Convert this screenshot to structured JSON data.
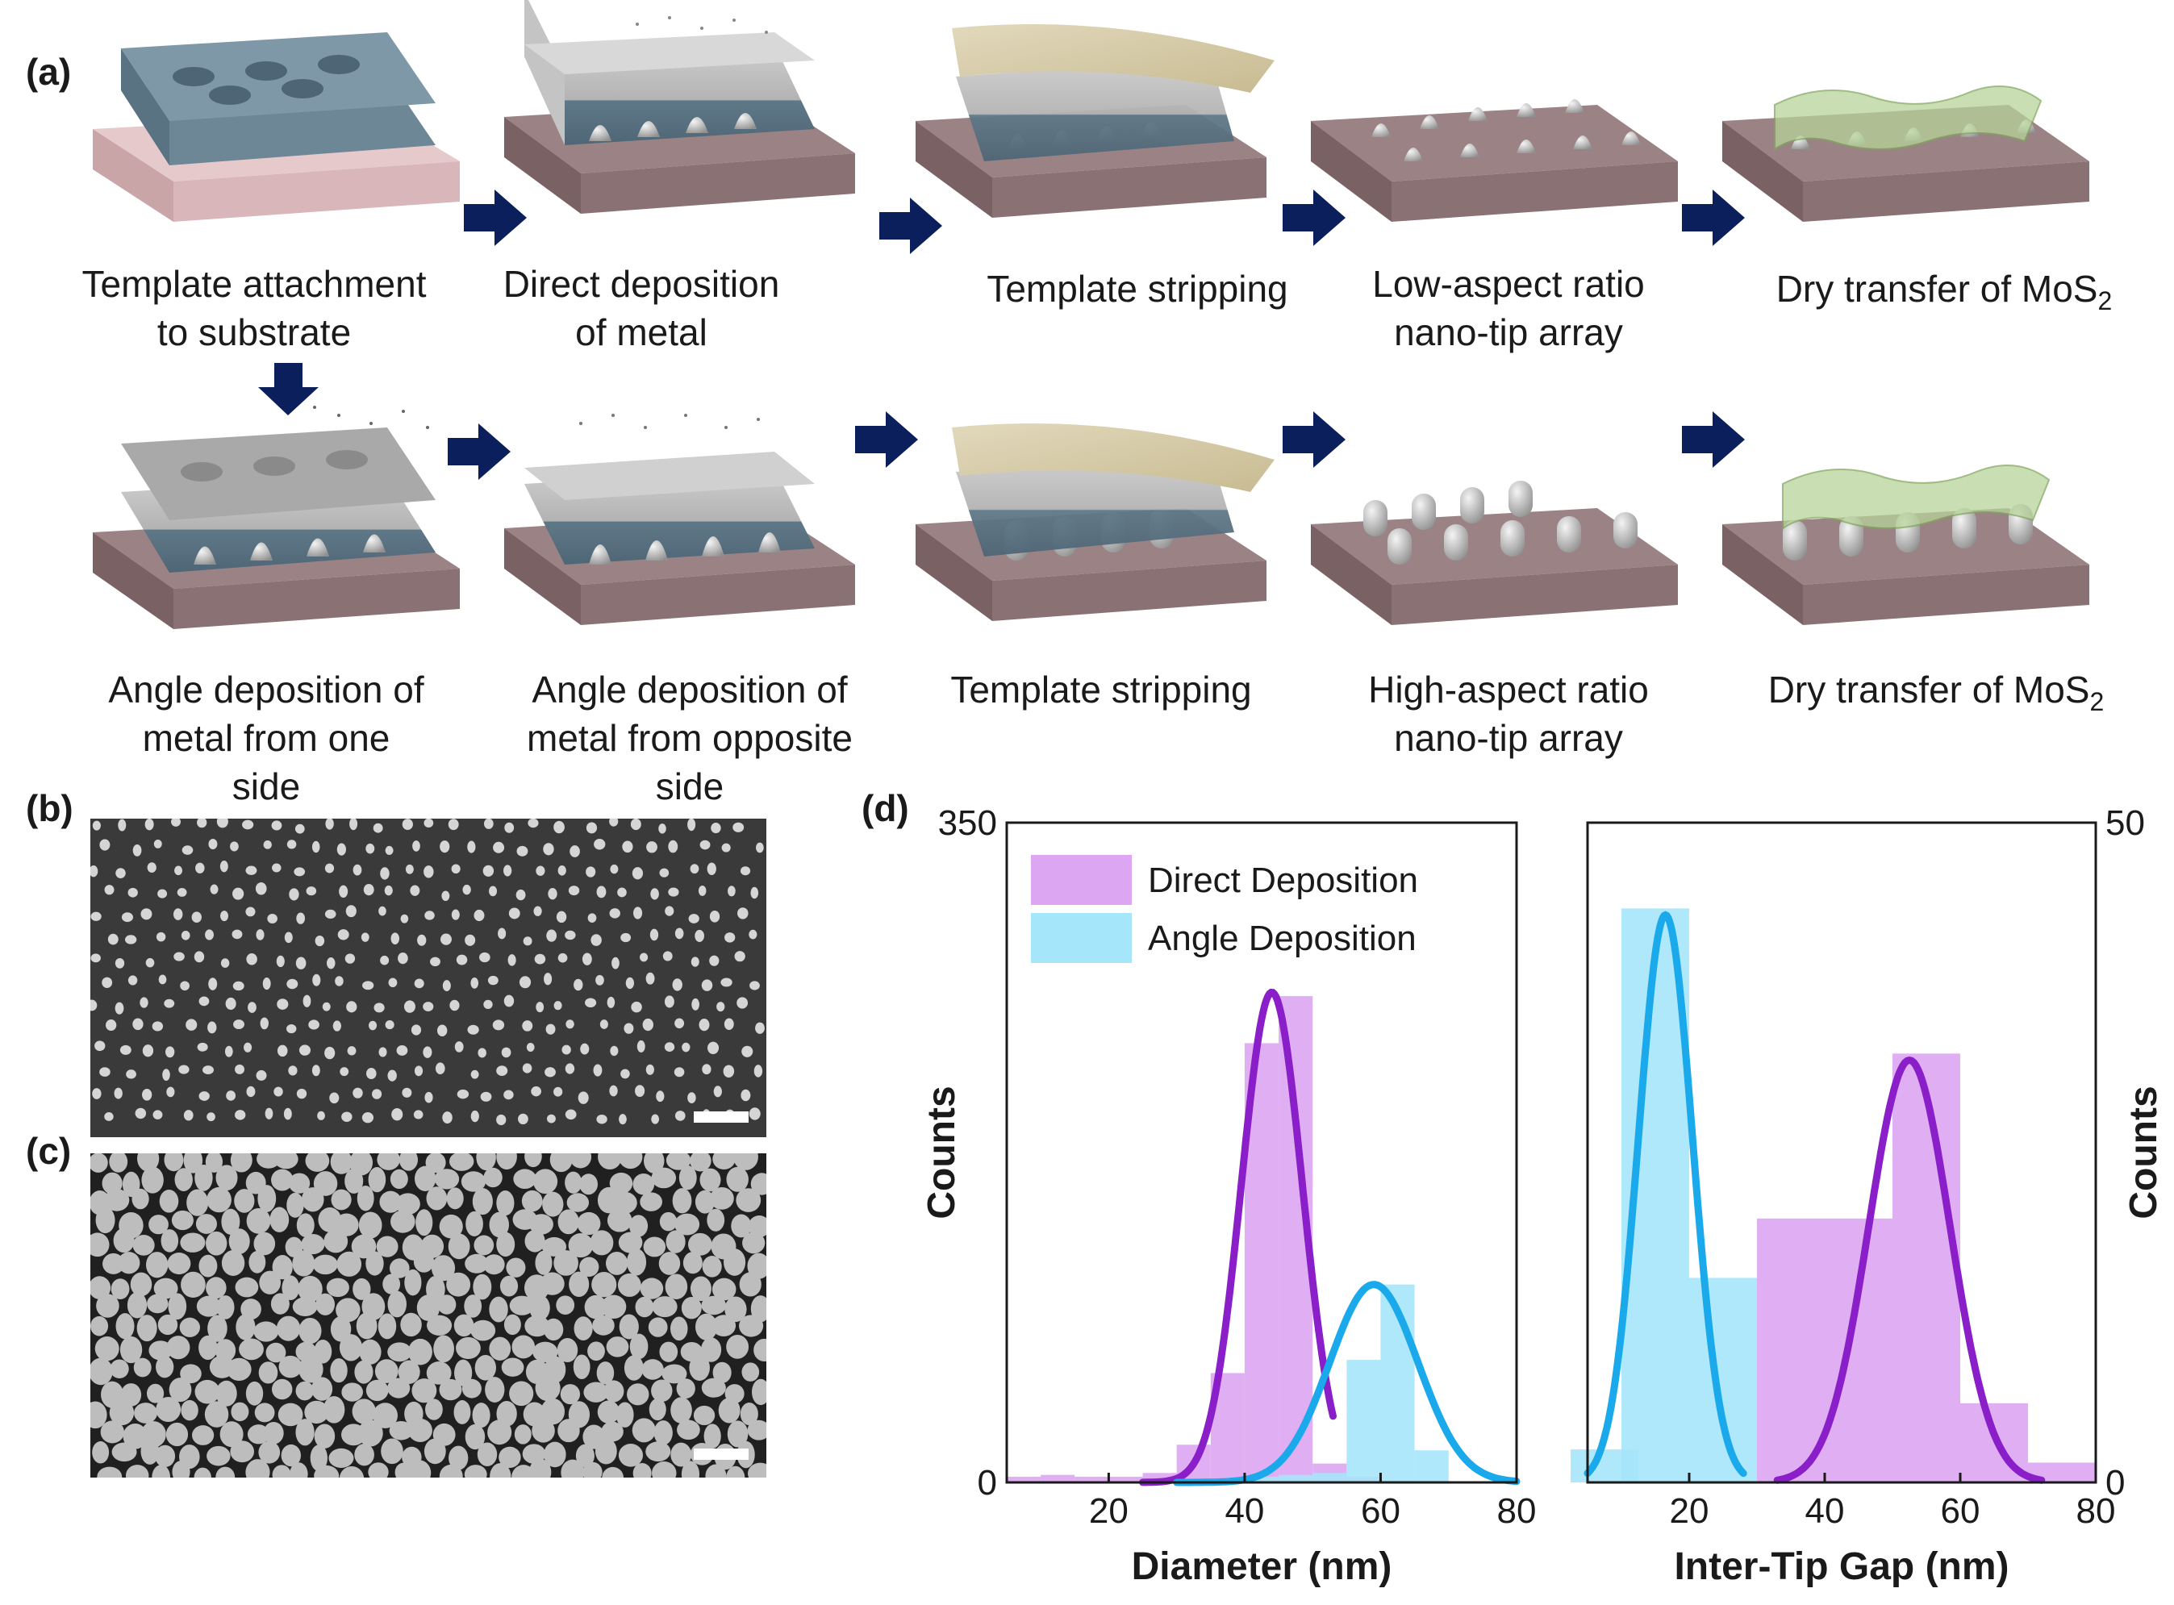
{
  "panel_labels": {
    "a": "(a)",
    "b": "(b)",
    "c": "(c)",
    "d": "(d)"
  },
  "row1": [
    {
      "l1": "Template attachment",
      "l2": "to substrate"
    },
    {
      "l1": "Direct deposition",
      "l2": "of metal"
    },
    {
      "l1": "Template stripping",
      "l2": ""
    },
    {
      "l1": "Low-aspect ratio",
      "l2": "nano-tip array"
    },
    {
      "pre": "Dry transfer of MoS",
      "sub": "2"
    }
  ],
  "row2": [
    {
      "l1": "Angle deposition of",
      "l2": "metal from one",
      "l3": "side"
    },
    {
      "l1": "Angle deposition of",
      "l2": "metal from opposite",
      "l3": "side"
    },
    {
      "l1": "Template stripping",
      "l2": ""
    },
    {
      "l1": "High-aspect ratio",
      "l2": "nano-tip array"
    },
    {
      "pre": "Dry transfer of MoS",
      "sub": "2"
    }
  ],
  "colors": {
    "arrow": "#0b1f5c",
    "substrate_top": "#9b8284",
    "substrate_side": "#7a6264",
    "template_blue": "#5c7585",
    "template_grey": "#b9b9b9",
    "strip_film": "#d9cfb0",
    "direct": "#dda6f2",
    "angle": "#a6e6fa",
    "direct_curve": "#8a1fc9",
    "angle_curve": "#1aa9ea"
  },
  "chart_data": [
    {
      "type": "bar",
      "xlabel": "Diameter (nm)",
      "ylabel": "Counts",
      "xlim": [
        5,
        80
      ],
      "ylim": [
        0,
        350
      ],
      "xticks": [
        "20",
        "40",
        "60",
        "80"
      ],
      "yticks": [
        "0",
        "350"
      ],
      "legend": [
        {
          "name": "Direct Deposition",
          "color": "#dda6f2"
        },
        {
          "name": "Angle Deposition",
          "color": "#a6e6fa"
        }
      ],
      "legend_position": "top-left",
      "bin_width": 5,
      "series": [
        {
          "name": "Direct Deposition",
          "bins": [
            {
              "x": 7.5,
              "y": 3
            },
            {
              "x": 12.5,
              "y": 4
            },
            {
              "x": 17.5,
              "y": 3
            },
            {
              "x": 22.5,
              "y": 3
            },
            {
              "x": 27.5,
              "y": 5
            },
            {
              "x": 32.5,
              "y": 20
            },
            {
              "x": 37.5,
              "y": 58
            },
            {
              "x": 42.5,
              "y": 233
            },
            {
              "x": 47.5,
              "y": 258
            },
            {
              "x": 52.5,
              "y": 10
            },
            {
              "x": 57.5,
              "y": 3
            }
          ],
          "fit": {
            "mean": 44,
            "sd": 4.5,
            "peak": 260,
            "x_range": [
              25,
              53
            ]
          }
        },
        {
          "name": "Angle Deposition",
          "bins": [
            {
              "x": 42.5,
              "y": 3
            },
            {
              "x": 47.5,
              "y": 4
            },
            {
              "x": 52.5,
              "y": 5
            },
            {
              "x": 57.5,
              "y": 65
            },
            {
              "x": 62.5,
              "y": 105
            },
            {
              "x": 67.5,
              "y": 17
            }
          ],
          "fit": {
            "mean": 59,
            "sd": 6.5,
            "peak": 105,
            "x_range": [
              30,
              80
            ]
          }
        }
      ]
    },
    {
      "type": "bar",
      "xlabel": "Inter-Tip Gap (nm)",
      "ylabel": "Counts",
      "xlim": [
        5,
        80
      ],
      "ylim": [
        0,
        50
      ],
      "xticks": [
        "20",
        "40",
        "60",
        "80"
      ],
      "yticks": [
        "0",
        "50"
      ],
      "bin_width": 10,
      "series": [
        {
          "name": "Angle Deposition",
          "bins": [
            {
              "x": 7.5,
              "y": 2.5
            },
            {
              "x": 15,
              "y": 43.5
            },
            {
              "x": 25,
              "y": 15.5
            }
          ],
          "fit": {
            "mean": 16.5,
            "sd": 4,
            "peak": 43,
            "x_range": [
              5,
              28
            ]
          }
        },
        {
          "name": "Direct Deposition",
          "bins": [
            {
              "x": 35,
              "y": 20
            },
            {
              "x": 45,
              "y": 20
            },
            {
              "x": 55,
              "y": 32.5
            },
            {
              "x": 65,
              "y": 6
            },
            {
              "x": 75,
              "y": 1.5
            }
          ],
          "fit": {
            "mean": 52.5,
            "sd": 6,
            "peak": 32,
            "x_range": [
              33,
              72
            ]
          }
        }
      ]
    }
  ]
}
